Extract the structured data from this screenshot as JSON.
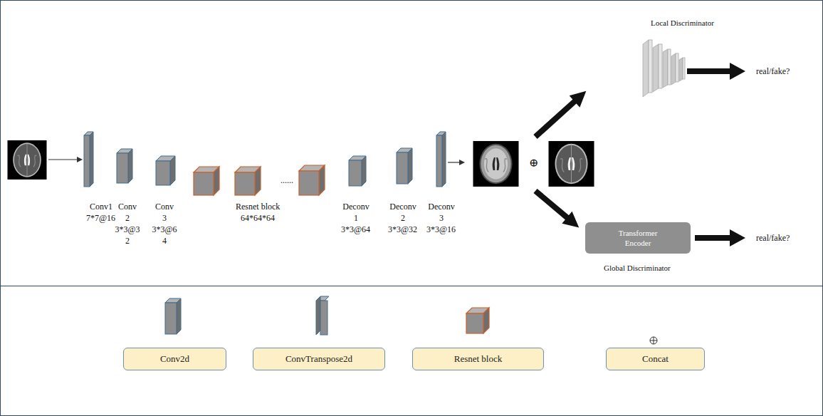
{
  "diagram": {
    "nodes": [
      {
        "text": [
          "Transformer Encoder"
        ]
      }
    ],
    "labels": [
      "Conv1",
      "7*7@16",
      "Conv 2",
      "3*3@32",
      "Conv 3",
      "3*3@64",
      "Resnet block",
      "64*64*64",
      "......",
      "Deconv 1",
      "3*3@64",
      "Deconv 2",
      "3*3@32",
      "Deconv 3",
      "3*3@16",
      "⊕",
      "Local Discriminator",
      "real/fake?",
      "Global Discriminator",
      "real/fake?"
    ],
    "legend": [
      {
        "text": "Conv2d"
      },
      {
        "text": "ConvTranspose2d"
      },
      {
        "text": "Resnet block"
      },
      {
        "text": "Concat"
      }
    ]
  }
}
